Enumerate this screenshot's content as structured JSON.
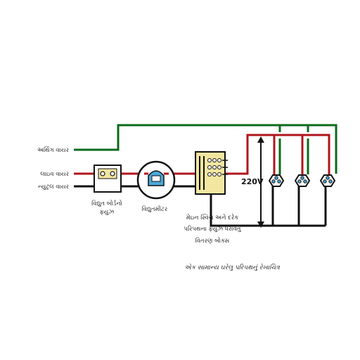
{
  "labels": {
    "earth_wire": "અર્થિંગ વાયર",
    "live_wire": "લાઇવ વાયર",
    "neutral_wire": "ન્યુટ્રલ વાયર",
    "board_fuse_line1": "વિદ્યુત બોર્ડનો",
    "board_fuse_line2": "ફ્યુઝ",
    "meter": "વિદ્યુતમીટર",
    "dist_line1": "મેઇન સ્વિચ અને દરેક",
    "dist_line2": "પરિપથના ફ્યુઝ ધરાવતું",
    "dist_line3": "વિતરણ બોક્સ",
    "voltage": "220V",
    "caption": "એક સામાન્ય ઘરેલુ પરિપથનું રેખાચિત્ર"
  },
  "colors": {
    "earth": "#0a6a1a",
    "live": "#b0141c",
    "neutral": "#111111",
    "box_fill": "#f2e6a0",
    "meter_fill": "#4aa8d8"
  }
}
